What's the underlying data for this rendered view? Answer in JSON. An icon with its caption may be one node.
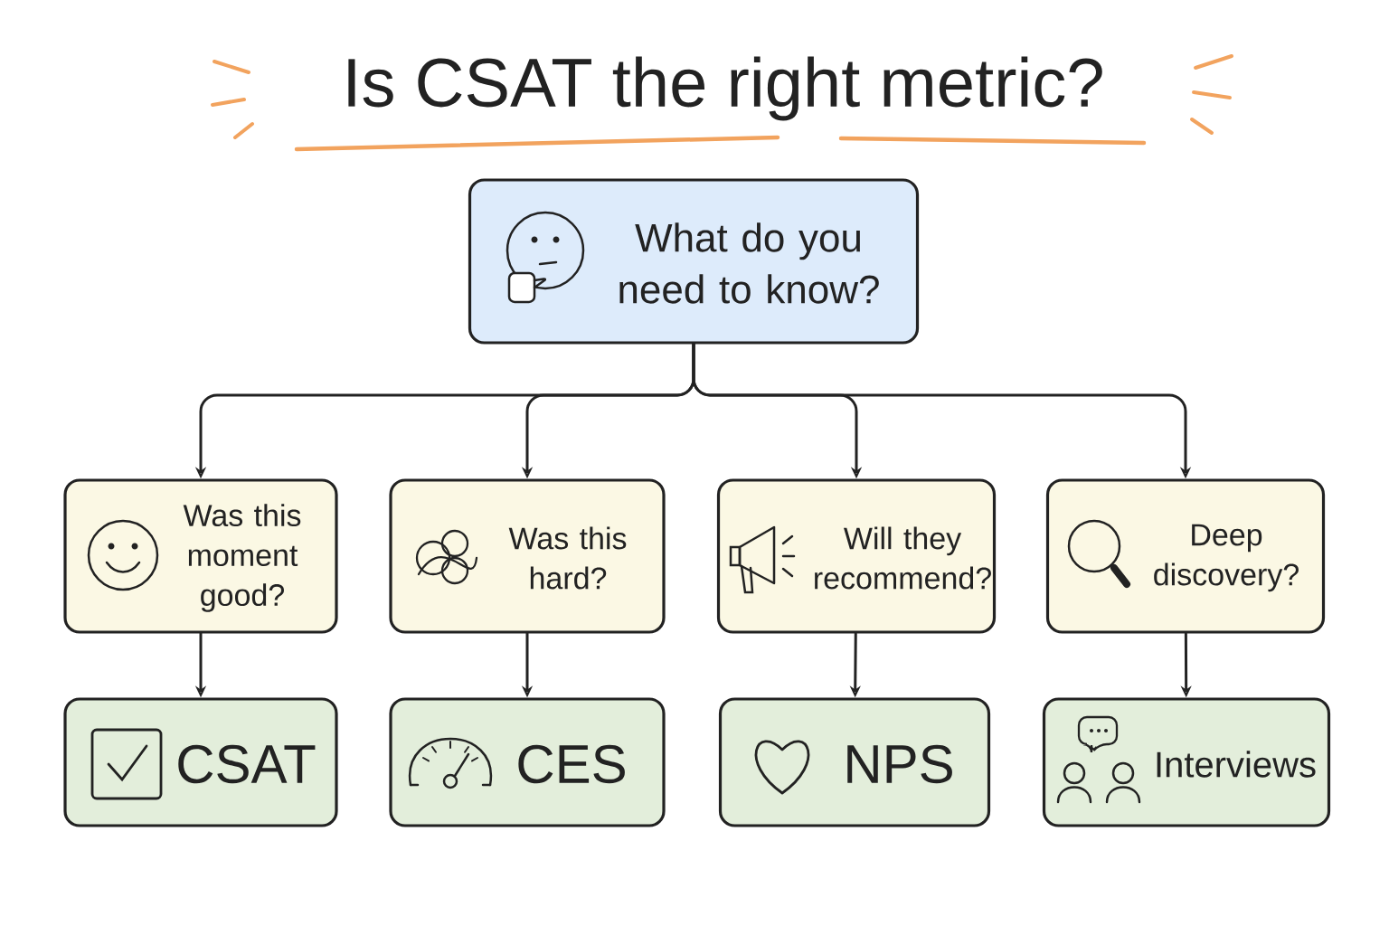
{
  "diagram": {
    "title": "Is CSAT the right metric?",
    "nodes": [
      {
        "text": [
          "What do you need to know?"
        ]
      },
      {
        "text": [
          "Was this moment good?"
        ]
      },
      {
        "text": [
          "Was this hard?"
        ]
      },
      {
        "text": [
          "Will they recommend?"
        ]
      },
      {
        "text": [
          "Deep discovery?"
        ]
      },
      {
        "text": [
          "CSAT"
        ]
      },
      {
        "text": [
          "CES"
        ]
      },
      {
        "text": [
          "NPS"
        ]
      },
      {
        "text": [
          "Interviews"
        ]
      }
    ],
    "edges": [
      {
        "from": 0,
        "to": 1,
        "arrow": "to"
      },
      {
        "from": 0,
        "to": 2,
        "arrow": "to"
      },
      {
        "from": 0,
        "to": 3,
        "arrow": "to"
      },
      {
        "from": 0,
        "to": 4,
        "arrow": "to"
      },
      {
        "from": 1,
        "to": 5,
        "arrow": "to"
      },
      {
        "from": 2,
        "to": 6,
        "arrow": "to"
      },
      {
        "from": 3,
        "to": 7,
        "arrow": "to"
      },
      {
        "from": 4,
        "to": 8,
        "arrow": "to"
      }
    ]
  }
}
